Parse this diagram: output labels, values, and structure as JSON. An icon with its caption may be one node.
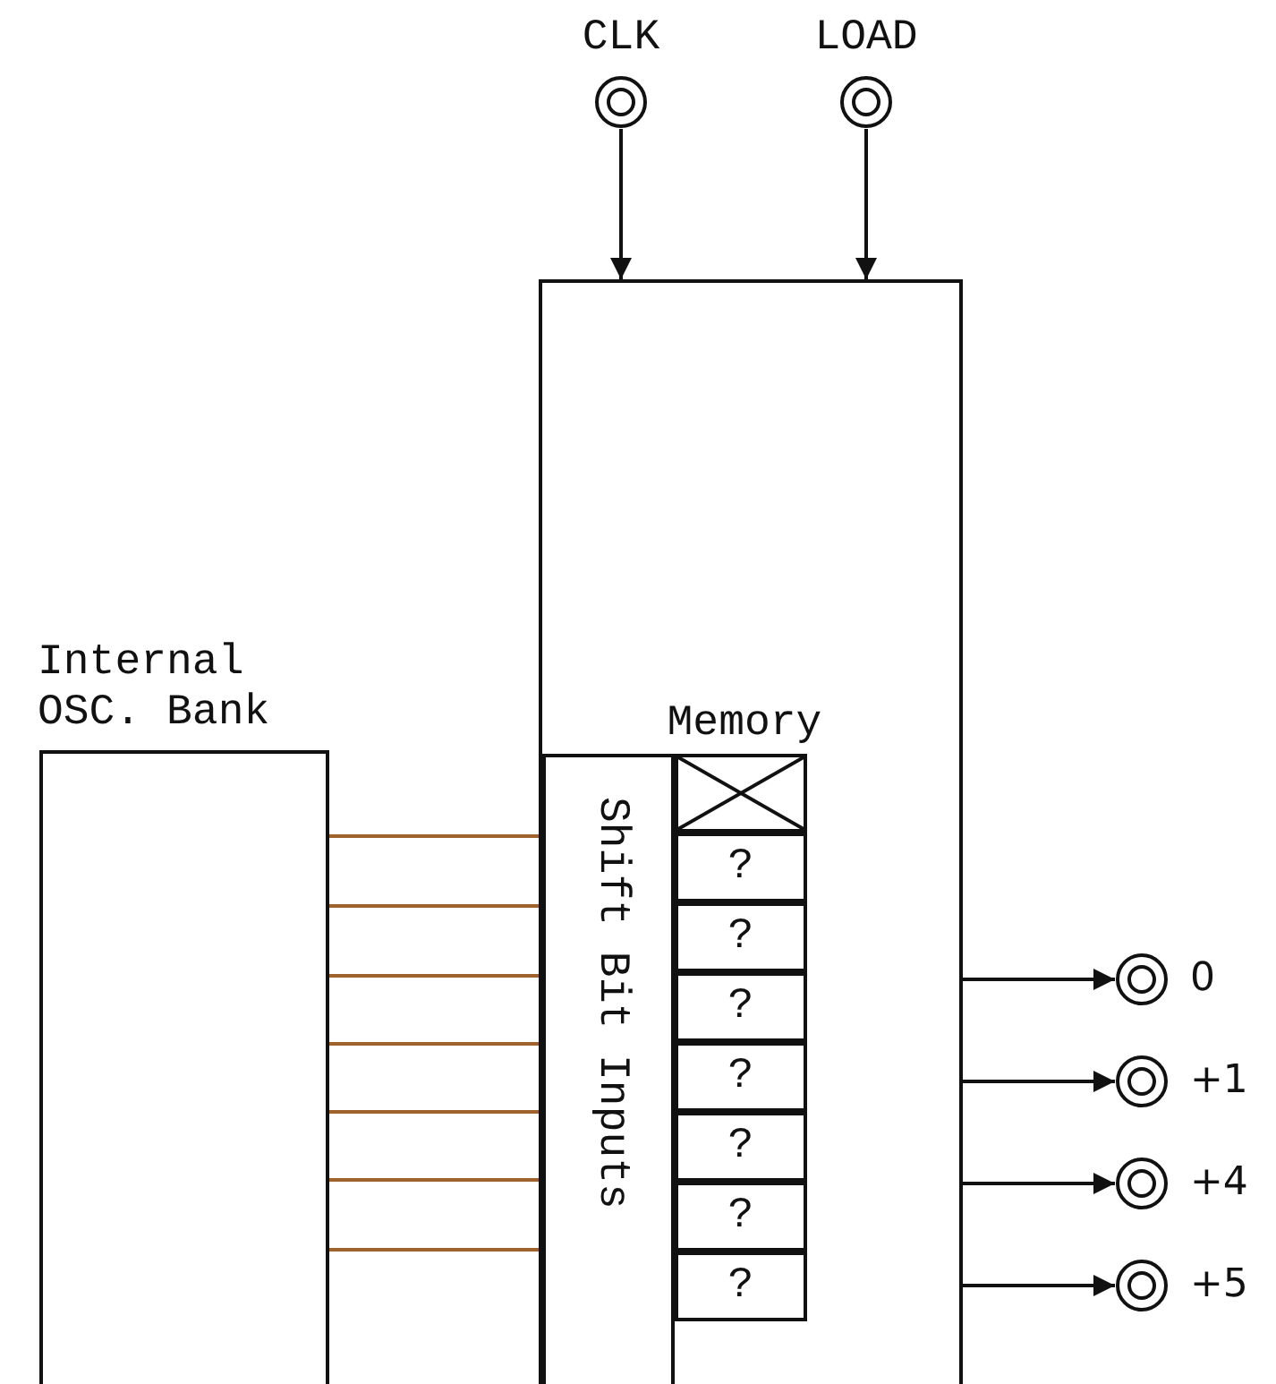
{
  "diagram": {
    "nodes": [
      {
        "text": [
          "CLK"
        ]
      },
      {
        "text": [
          "LOAD"
        ]
      },
      {
        "text": [],
        "shape": "box"
      },
      {
        "text": [
          "Internal OSC. Bank"
        ]
      },
      {
        "text": [
          "Shift Bit Inputs"
        ],
        "in": 2
      },
      {
        "text": [
          "Memory"
        ],
        "in": 2
      },
      {
        "text": [],
        "shape": "box",
        "in": 5
      },
      {
        "text": [
          "?"
        ],
        "in": 5
      },
      {
        "text": [
          "?"
        ],
        "in": 5
      },
      {
        "text": [
          "?"
        ],
        "in": 5
      },
      {
        "text": [
          "?"
        ],
        "in": 5
      },
      {
        "text": [
          "?"
        ],
        "in": 5
      },
      {
        "text": [
          "?"
        ],
        "in": 5
      },
      {
        "text": [
          "?"
        ],
        "in": 5
      },
      {
        "text": [
          "0"
        ]
      },
      {
        "text": [
          "+1"
        ]
      },
      {
        "text": [
          "+4"
        ]
      },
      {
        "text": [
          "+5"
        ]
      }
    ],
    "edges": [
      {
        "from": 0,
        "to": 2,
        "arrow": "to",
        "color": "#111111"
      },
      {
        "from": 1,
        "to": 2,
        "arrow": "to",
        "color": "#111111"
      },
      {
        "from": 3,
        "to": 4,
        "arrow": "none",
        "color": "#a0622d"
      },
      {
        "from": 3,
        "to": 4,
        "arrow": "none",
        "color": "#a0622d"
      },
      {
        "from": 3,
        "to": 4,
        "arrow": "none",
        "color": "#a0622d"
      },
      {
        "from": 3,
        "to": 4,
        "arrow": "none",
        "color": "#a0622d"
      },
      {
        "from": 3,
        "to": 4,
        "arrow": "none",
        "color": "#a0622d"
      },
      {
        "from": 3,
        "to": 4,
        "arrow": "none",
        "color": "#a0622d"
      },
      {
        "from": 3,
        "to": 4,
        "arrow": "none",
        "color": "#a0622d"
      },
      {
        "from": 2,
        "to": 14,
        "arrow": "to",
        "color": "#111111"
      },
      {
        "from": 2,
        "to": 15,
        "arrow": "to",
        "color": "#111111"
      },
      {
        "from": 2,
        "to": 16,
        "arrow": "to",
        "color": "#111111"
      },
      {
        "from": 2,
        "to": 17,
        "arrow": "to",
        "color": "#111111"
      }
    ]
  }
}
